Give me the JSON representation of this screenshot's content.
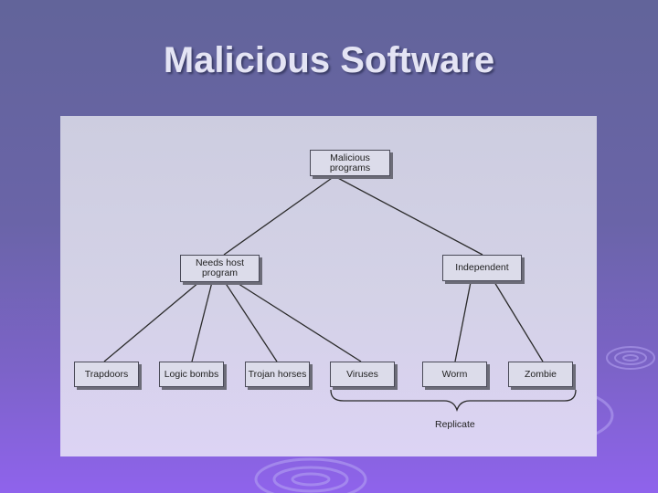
{
  "slide": {
    "title": "Malicious Software"
  },
  "diagram": {
    "root": "Malicious programs",
    "root_line1": "Malicious",
    "root_line2": "programs",
    "needs_host_line1": "Needs host",
    "needs_host_line2": "program",
    "independent": "Independent",
    "leaves": [
      "Trapdoors",
      "Logic bombs",
      "Trojan horses",
      "Viruses",
      "Worm",
      "Zombie"
    ],
    "replicate_label": "Replicate"
  },
  "colors": {
    "background_top": "#62649a",
    "background_bottom": "#8f63ec",
    "panel": "#d4d2e7",
    "box": "#dcdcea",
    "title": "#e4e4f4"
  }
}
